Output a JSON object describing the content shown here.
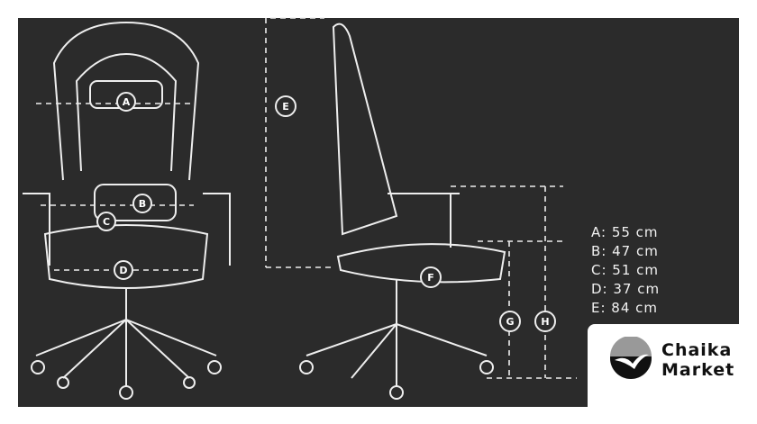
{
  "labels": [
    "A",
    "B",
    "C",
    "D",
    "E",
    "F",
    "G",
    "H"
  ],
  "dimensions": [
    "A: 55 cm",
    "B: 47 cm",
    "C: 51 cm",
    "D: 37 cm",
    "E: 84 cm"
  ],
  "logo": {
    "line1": "Chaika",
    "line2": "Market"
  },
  "colors": {
    "background": "#2b2b2b",
    "lines": "#f2f2f2"
  }
}
